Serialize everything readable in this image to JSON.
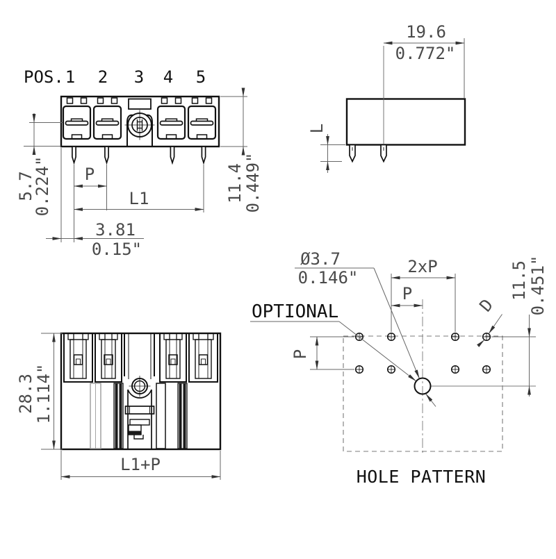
{
  "drawing_title": "connector dimensional drawing",
  "colors": {
    "outline": "#111111",
    "dimension": "#666666",
    "text_dim": "#4a4a4a",
    "text_main": "#111111",
    "background": "#ffffff"
  },
  "front_view": {
    "pos_label": "POS.",
    "positions": [
      "1",
      "2",
      "3",
      "4",
      "5"
    ],
    "height_mm": "11.4",
    "height_in": "0.449\"",
    "slot_height_mm": "5.7",
    "slot_height_in": "0.224\"",
    "pitch_label": "P",
    "length_label": "L1",
    "pin_offset_mm": "3.81",
    "pin_offset_in": "0.15\""
  },
  "side_view": {
    "depth_mm": "19.6",
    "depth_in": "0.772\"",
    "pin_length_label": "L"
  },
  "top_view": {
    "height_mm": "28.3",
    "height_in": "1.114\"",
    "width_label": "L1+P"
  },
  "hole_pattern": {
    "title": "HOLE PATTERN",
    "optional_label": "OPTIONAL",
    "hole_dia_mm": "Ø3.7",
    "hole_dia_in": "0.146\"",
    "double_pitch_label": "2xP",
    "pitch_label_h": "P",
    "pitch_label_v": "P",
    "small_hole_dia_label": "D",
    "row_offset_mm": "11.5",
    "row_offset_in": "0.451\""
  }
}
